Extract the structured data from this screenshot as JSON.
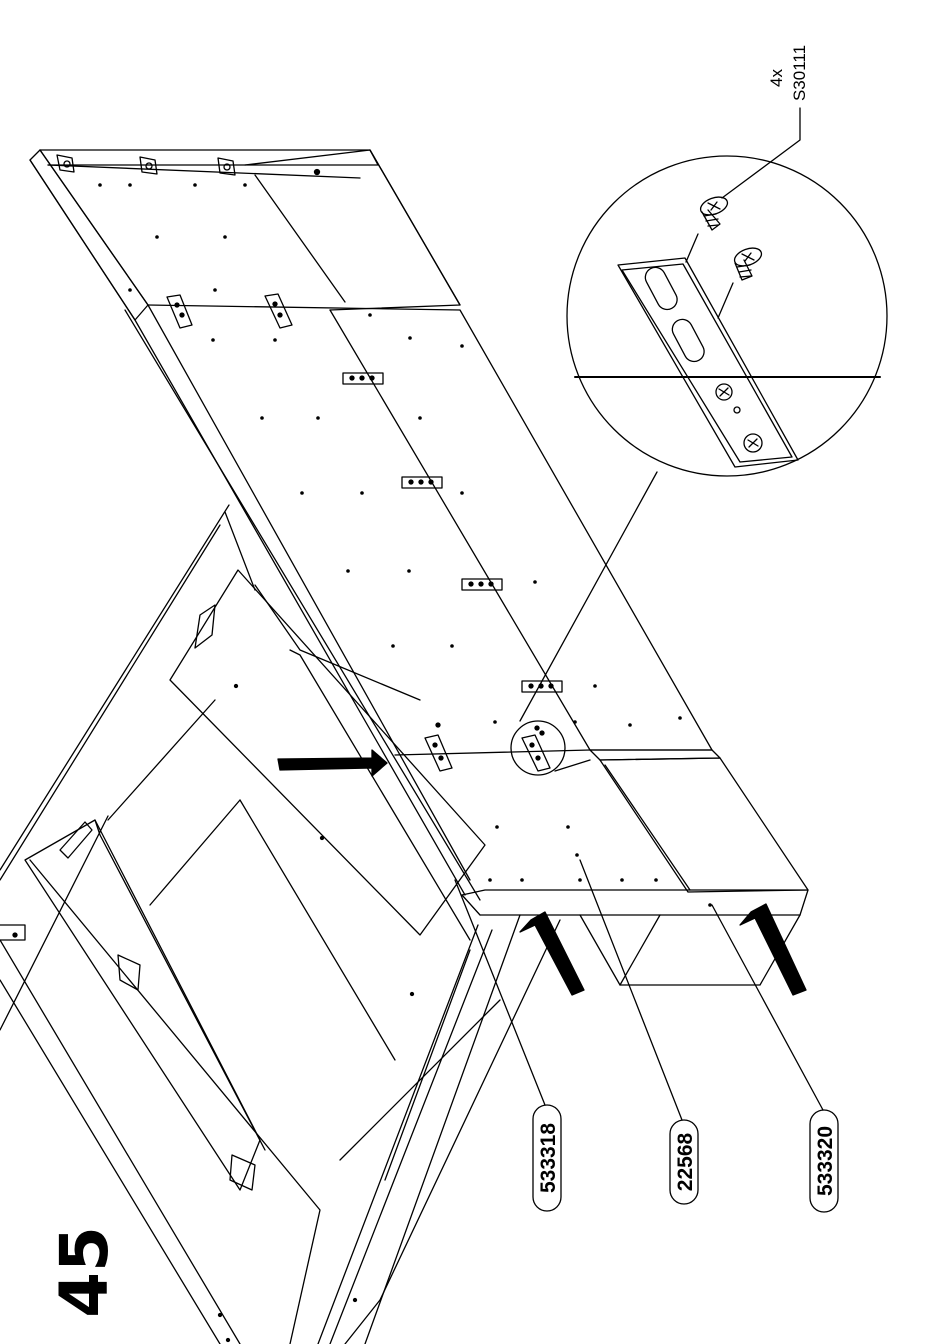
{
  "step": {
    "number": "45"
  },
  "callout": {
    "quantity": "4x",
    "part_code": "S30111"
  },
  "parts": [
    {
      "number": "533318"
    },
    {
      "number": "22568"
    },
    {
      "number": "533320"
    }
  ],
  "colors": {
    "line": "#000000",
    "background": "#ffffff"
  }
}
